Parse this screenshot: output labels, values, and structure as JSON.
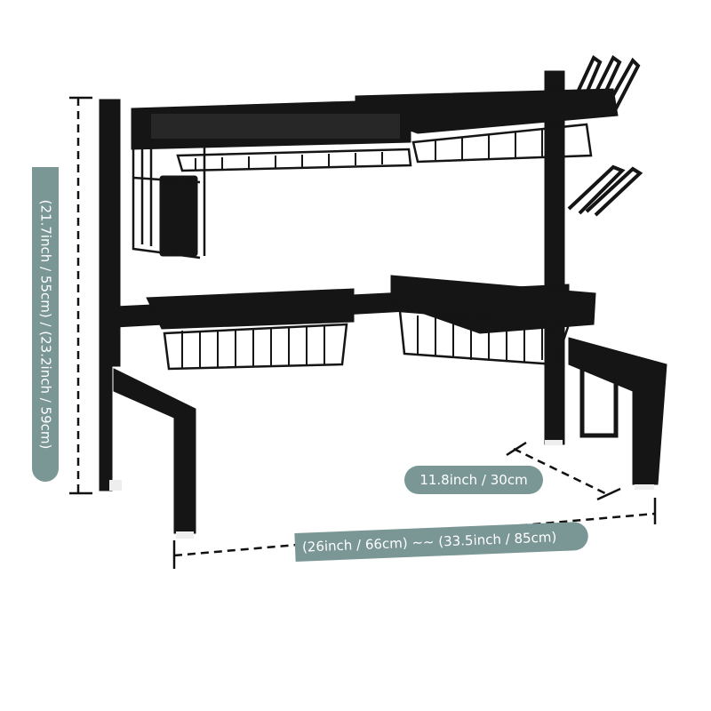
{
  "dimensions": {
    "height": "(21.7inch / 55cm) / (23.2inch / 59cm)",
    "depth": "11.8inch / 30cm",
    "width": "(26inch / 66cm) ~~ (33.5inch / 85cm)"
  },
  "colors": {
    "label_bg": "#7a9795",
    "rack": "#151515"
  }
}
